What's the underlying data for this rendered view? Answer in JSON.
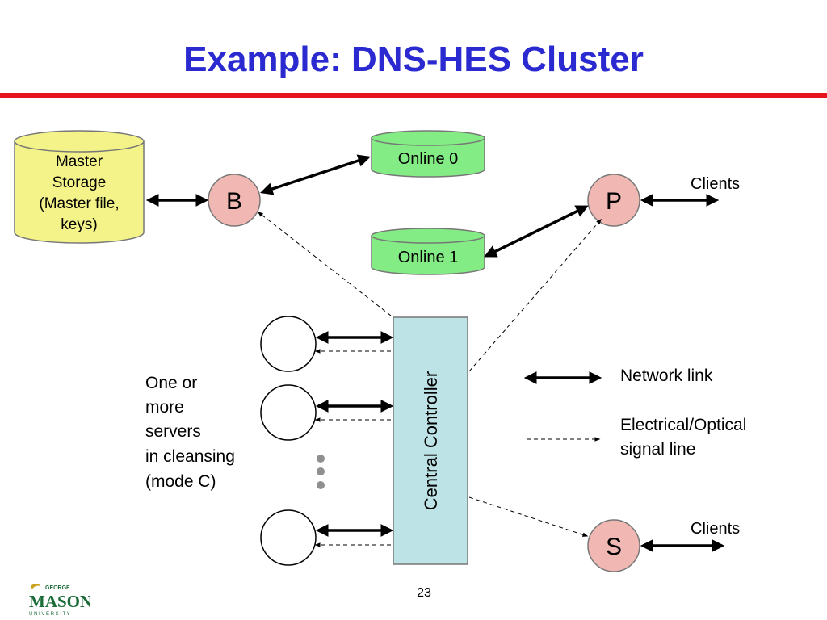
{
  "slide": {
    "title": "Example: DNS-HES Cluster",
    "page_number": "23"
  },
  "diagram": {
    "master_storage": [
      "Master",
      "Storage",
      "(Master file,",
      "keys)"
    ],
    "node_b": "B",
    "node_p": "P",
    "node_s": "S",
    "online0": "Online 0",
    "online1": "Online 1",
    "clients_top": "Clients",
    "clients_bottom": "Clients",
    "controller": "Central  Controller",
    "cleansing_note": [
      "One or",
      "more",
      "servers",
      "in cleansing",
      "(mode C)"
    ]
  },
  "legend": {
    "network_link": "Network link",
    "signal_line": [
      "Electrical/Optical",
      "signal line"
    ]
  },
  "logo": {
    "top": "GEORGE",
    "main": "MASON",
    "bottom": "U N I V E R S I T Y"
  },
  "colors": {
    "title": "#2a2ad0",
    "rule": "#e8141b",
    "storage_fill": "#f3f38a",
    "online_fill": "#84ec84",
    "node_fill": "#f1b8b3",
    "controller_fill": "#bde3e6",
    "logo_green": "#1a6b37",
    "logo_gold": "#c8a21c"
  }
}
